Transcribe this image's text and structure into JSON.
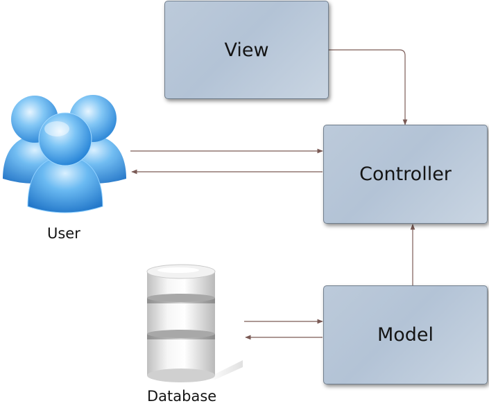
{
  "diagram": {
    "nodes": {
      "view": {
        "label": "View"
      },
      "controller": {
        "label": "Controller"
      },
      "model": {
        "label": "Model"
      },
      "user": {
        "label": "User",
        "icon": "users-icon"
      },
      "database": {
        "label": "Database",
        "icon": "database-icon"
      }
    },
    "edges": [
      {
        "from": "view",
        "to": "controller"
      },
      {
        "from": "user",
        "to": "controller"
      },
      {
        "from": "controller",
        "to": "user"
      },
      {
        "from": "model",
        "to": "controller"
      },
      {
        "from": "database",
        "to": "model"
      },
      {
        "from": "model",
        "to": "database"
      }
    ],
    "colors": {
      "box_fill": "#b7c6d8",
      "box_border": "#6f7d8c",
      "arrow": "#7a5a55",
      "user_icon": "#3d9be6"
    }
  }
}
